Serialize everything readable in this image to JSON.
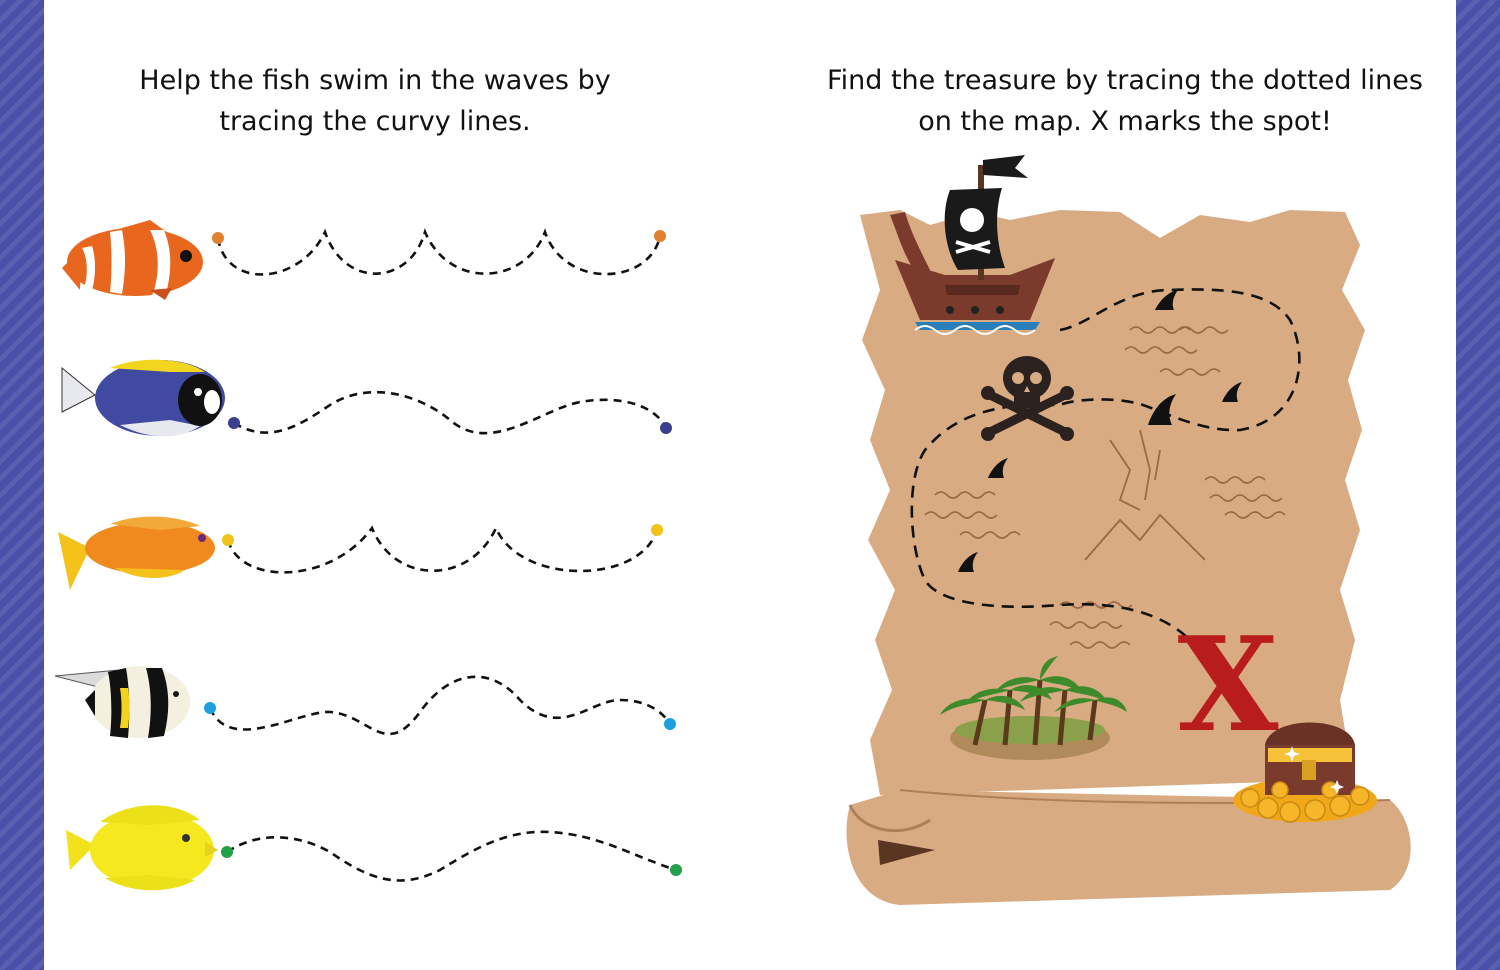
{
  "left_page": {
    "instruction": "Help the fish swim in the waves by tracing the curvy lines.",
    "fish_rows": [
      {
        "fish": "clownfish",
        "dot_color": "#e0812f"
      },
      {
        "fish": "blue-tang",
        "dot_color": "#3a3f8f"
      },
      {
        "fish": "orange-anthias",
        "dot_color": "#f2c21a"
      },
      {
        "fish": "moorish-idol",
        "dot_color": "#1ea0e0"
      },
      {
        "fish": "yellow-tang",
        "dot_color": "#22a04a"
      }
    ]
  },
  "right_page": {
    "instruction": "Find the treasure by tracing the dotted lines on the map. X marks the spot!",
    "map": {
      "x_mark": "X",
      "x_color": "#b81c1c",
      "icons": [
        "pirate-ship-icon",
        "skull-crossbones-icon",
        "shark-fin-icon",
        "mountain-icon",
        "palm-island-icon",
        "treasure-chest-icon"
      ]
    }
  },
  "colors": {
    "side_band": "#4a4fa8",
    "parchment": "#d9ab83",
    "parchment_dark": "#c99670",
    "trace_line": "#111111"
  }
}
